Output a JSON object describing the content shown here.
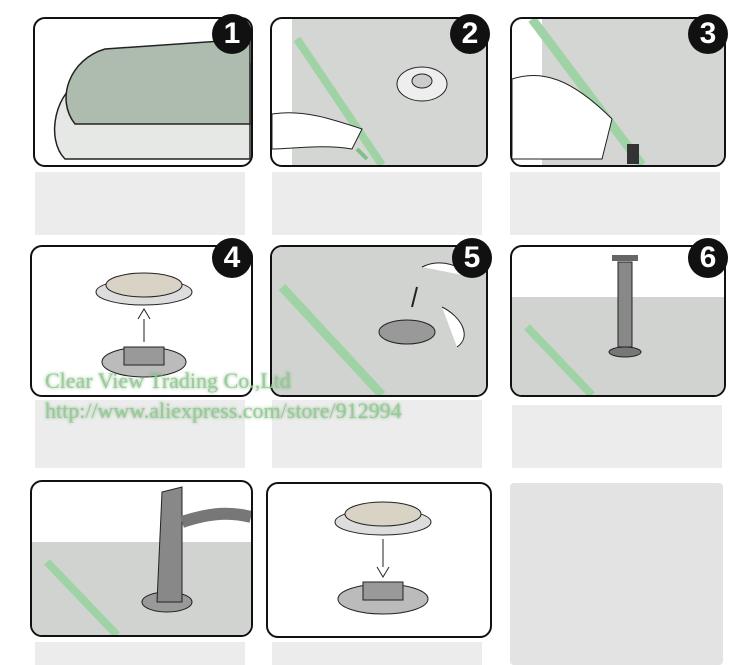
{
  "steps": [
    {
      "number": "1"
    },
    {
      "number": "2"
    },
    {
      "number": "3"
    },
    {
      "number": "4"
    },
    {
      "number": "5"
    },
    {
      "number": "6"
    }
  ],
  "watermark": {
    "line1": "Clear View Trading Co.,Ltd",
    "line2": "http://www.aliexpress.com/store/912994"
  },
  "colors": {
    "zipper_green": "#9fd3a6",
    "caption_bg": "#ececec",
    "bag_gray": "#c8cbc8"
  }
}
